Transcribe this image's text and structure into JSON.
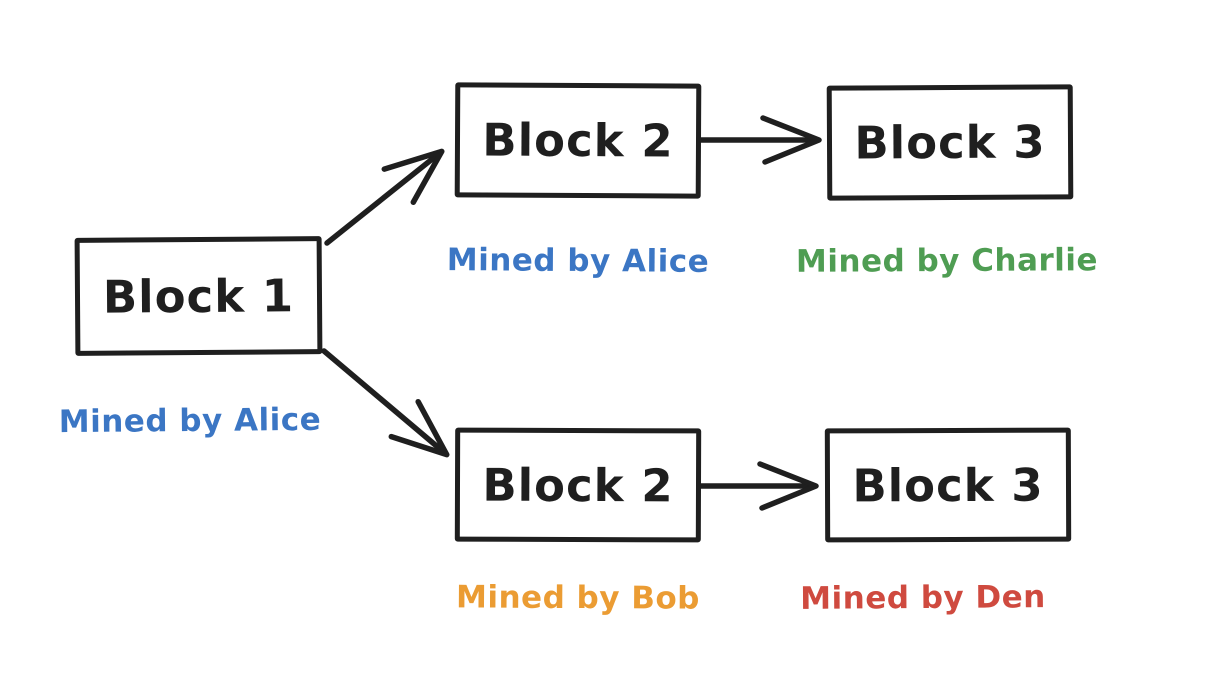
{
  "diagram": {
    "type": "blockchain-fork-diagram",
    "background": "#ffffff",
    "ink_color": "#1f1f1f",
    "blocks": [
      {
        "id": "block-1",
        "label": "Block 1",
        "miner_label": "Mined by Alice",
        "miner_color": "#3b76c4"
      },
      {
        "id": "block-2-top",
        "label": "Block 2",
        "miner_label": "Mined by Alice",
        "miner_color": "#3b76c4"
      },
      {
        "id": "block-3-top",
        "label": "Block 3",
        "miner_label": "Mined by Charlie",
        "miner_color": "#4f9d53"
      },
      {
        "id": "block-2-bottom",
        "label": "Block 2",
        "miner_label": "Mined by Bob",
        "miner_color": "#eb9c33"
      },
      {
        "id": "block-3-bottom",
        "label": "Block 3",
        "miner_label": "Mined by Den",
        "miner_color": "#cf4a3f"
      }
    ],
    "arrows": [
      {
        "from": "block-1",
        "to": "block-2-top"
      },
      {
        "from": "block-1",
        "to": "block-2-bottom"
      },
      {
        "from": "block-2-top",
        "to": "block-3-top"
      },
      {
        "from": "block-2-bottom",
        "to": "block-3-bottom"
      }
    ]
  }
}
